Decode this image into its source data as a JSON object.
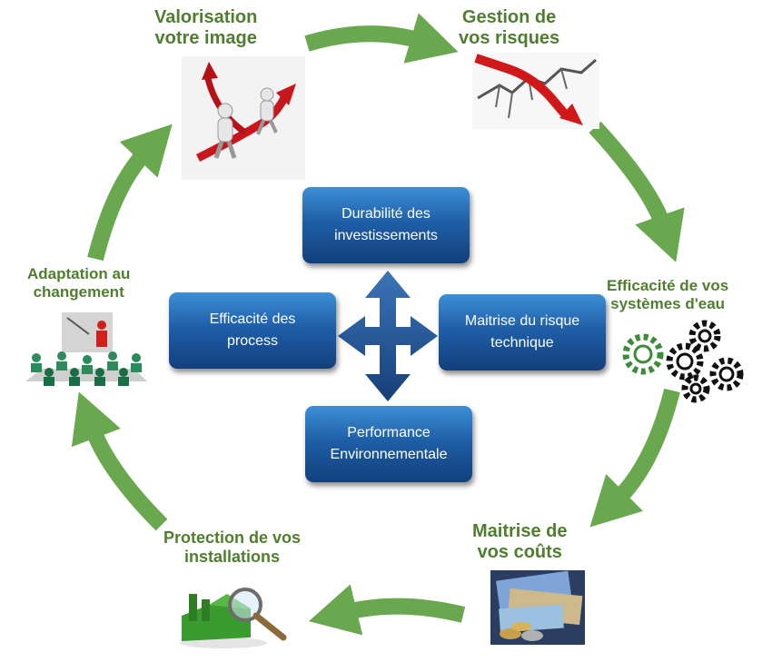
{
  "colors": {
    "ring_arrow": "#6aa84f",
    "label_text": "#4f7f2e",
    "box_top": "#3d8fd6",
    "box_bottom": "#123f7c",
    "cross_arrow": "#1d4f8e"
  },
  "cycle": [
    {
      "id": "valorisation",
      "lines": [
        "Valorisation",
        "votre image"
      ],
      "icon": "climbing-people-red-arrow-icon"
    },
    {
      "id": "risques",
      "lines": [
        "Gestion de",
        "vos risques"
      ],
      "icon": "cracked-wall-falling-arrow-icon"
    },
    {
      "id": "eau",
      "lines": [
        "Efficacité de vos",
        "systèmes d'eau"
      ],
      "icon": "gears-icon"
    },
    {
      "id": "couts",
      "lines": [
        "Maitrise de",
        "vos coûts"
      ],
      "icon": "banknotes-coins-icon"
    },
    {
      "id": "protection",
      "lines": [
        "Protection de vos",
        "installations"
      ],
      "icon": "factory-magnifier-icon"
    },
    {
      "id": "adaptation",
      "lines": [
        "Adaptation au",
        "changement"
      ],
      "icon": "presentation-audience-icon"
    }
  ],
  "center": {
    "top": [
      "Durabilité des",
      "investissements"
    ],
    "left": [
      "Efficacité des",
      "process"
    ],
    "right": [
      "Maitrise du risque",
      "technique"
    ],
    "bottom": [
      "Performance",
      "Environnementale"
    ],
    "cross_icon": "four-way-arrow-icon"
  }
}
